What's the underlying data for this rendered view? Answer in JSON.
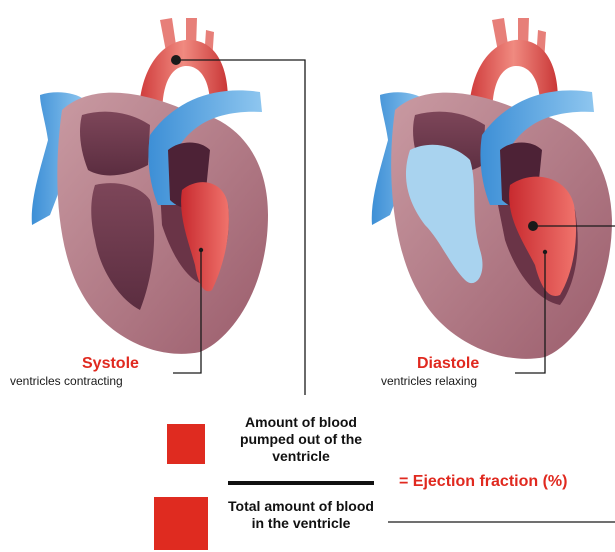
{
  "left_heart": {
    "title": "Systole",
    "subtitle": "ventricles contracting"
  },
  "right_heart": {
    "title": "Diastole",
    "subtitle": "ventricles relaxing"
  },
  "equation": {
    "numerator": "Amount of blood pumped out of the ventricle",
    "denominator": "Total amount of blood in the ventricle",
    "result": "= Ejection fraction (%)"
  },
  "colors": {
    "accent_red": "#e0291f",
    "swatch_red": "#df2b20",
    "oxygenated": "#e8493c",
    "deoxygenated": "#5aa9e4",
    "muscle": "#b87b85",
    "chamber": "#6e3a4e"
  }
}
